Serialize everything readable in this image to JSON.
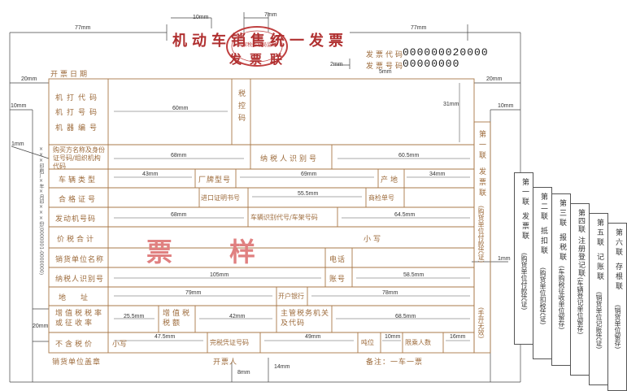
{
  "header": {
    "title": "机动车销售统一发票",
    "subtitle": "发票联",
    "code_label": "发票代码",
    "code_value": "000000020000",
    "number_label": "发票号码",
    "number_value": "00000000",
    "issue_date_label": "开票日期",
    "seal_text": "国家税务总局监制"
  },
  "fields": {
    "row1": [
      "机打代码",
      "机打号码",
      "机器编号"
    ],
    "tax_control": "税控码",
    "buyer_name": "购买方名称及身份证号码/组织机构代码",
    "taxpayer_id": "纳税人识别号",
    "vehicle_type": "车辆类型",
    "brand_model": "厂牌型号",
    "origin": "产地",
    "certificate_no": "合格证号",
    "import_cert_no": "进口证明书号",
    "inspection_no": "商检单号",
    "engine_no": "发动机号码",
    "vin": "车辆识别代号/车架号码",
    "price_tax_total": "价税合计",
    "lowercase": "小写",
    "seller_name": "销货单位名称",
    "phone": "电话",
    "seller_taxpayer_id": "纳税人识别号",
    "account_no": "账号",
    "address": "地址",
    "bank": "开户银行",
    "vat_rate": "增值税税率或征收率",
    "vat_amount": "增值税税额",
    "tax_authority": "主管税务机关及代码",
    "pre_tax_price": "不含税价",
    "lowercase_small": "小写",
    "tax_cert_no": "完税凭证号码",
    "tonnage": "吨位",
    "passenger_limit": "限乘人数",
    "seller_seal": "销货单位盖章",
    "issuer": "开票人",
    "remark": "备注：一车一票",
    "sample_stamp": "票样"
  },
  "dims": {
    "d77a": "77mm",
    "d77b": "77mm",
    "d10a": "10mm",
    "d7": "7mm",
    "d20a": "20mm",
    "d20b": "20mm",
    "d10b": "10mm",
    "d10c": "10mm",
    "d1a": "1mm",
    "d1b": "1mm",
    "d2": "2mm",
    "d5": "5mm",
    "d60": "60mm",
    "d31": "31mm",
    "d68a": "68mm",
    "d605": "60.5mm",
    "d43": "43mm",
    "d69": "69mm",
    "d34": "34mm",
    "d555": "55.5mm",
    "d68b": "68mm",
    "d645": "64.5mm",
    "d105": "105mm",
    "d585": "58.5mm",
    "d79": "79mm",
    "d78": "78mm",
    "d255": "25.5mm",
    "d42": "42mm",
    "d685": "68.5mm",
    "d475": "47.5mm",
    "d49": "49mm",
    "d10d": "10mm",
    "d16": "16mm",
    "d8": "8mm",
    "d14": "14mm",
    "d20c": "20mm"
  },
  "left_vertical_note": "×××印刷厂×年×月印×××份(0000001-0000000)",
  "right_strip": {
    "part1": "第一联 发票联",
    "part1_note": "(购货单位付款凭证)",
    "handwritten": "(手开无效)"
  },
  "copies": [
    {
      "title": "第一联 发票联",
      "note": "(购货单位付款凭证)"
    },
    {
      "title": "第二联 抵扣联",
      "note": "(购货单位扣税凭证)"
    },
    {
      "title": "第三联 报税联",
      "note": "(车购税征收单位留存)"
    },
    {
      "title": "第四联 注册登记联",
      "note": "(车辆登记单位留存)"
    },
    {
      "title": "第五联 记账联",
      "note": "(销货单位记账凭证)"
    },
    {
      "title": "第六联 存根联",
      "note": "(销货单位留存)"
    }
  ]
}
